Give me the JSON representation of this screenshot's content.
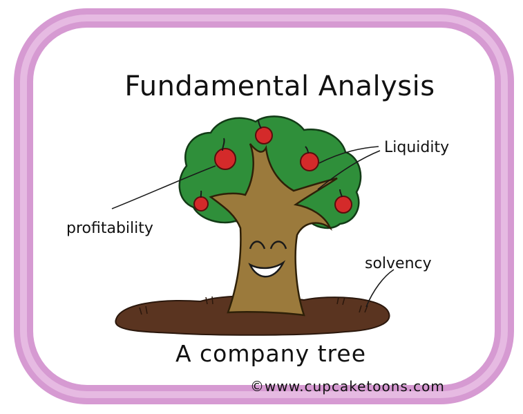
{
  "title": "Fundamental Analysis",
  "caption": "A company tree",
  "labels": {
    "liquidity": "Liquidity",
    "profitability": "profitability",
    "solvency": "solvency"
  },
  "credit": "©www.cupcaketoons.com",
  "colors": {
    "frame": "#d69ad2",
    "frame_inner": "#e7bfe3",
    "canopy": "#2f8f3a",
    "trunk": "#9b7a3c",
    "soil": "#5a3420",
    "apple": "#d42a2a",
    "ink": "#1a1a1a"
  }
}
